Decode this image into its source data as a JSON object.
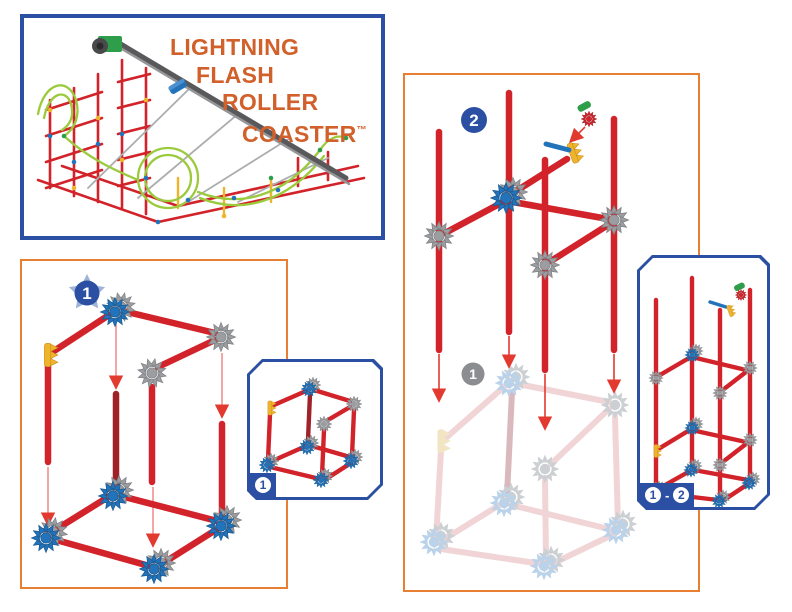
{
  "title_panel": {
    "line1": "LIGHTNING",
    "line2": "FLASH",
    "line3": "ROLLER",
    "line4": "COASTER",
    "trademark": "™"
  },
  "step1": {
    "badge": "1"
  },
  "step2": {
    "badge": "2",
    "prev_badge": "1"
  },
  "inset1": {
    "label": "1"
  },
  "inset2": {
    "from": "1",
    "sep": "-",
    "to": "2"
  },
  "colors": {
    "panel_orange": "#E87F33",
    "panel_blue": "#2B4FA2",
    "title_orange": "#D1602A",
    "rod_red": "#D2232A",
    "rod_dark": "#9E2227",
    "ghost_rod": "#F0D4D6",
    "ghost_rod_dark": "#D9B9BD",
    "conn_gray": "#9B9DA0",
    "conn_gray_dark": "#7E8083",
    "conn_blue": "#2273B9",
    "conn_blue_dark": "#1A5A94",
    "conn_yellow": "#EFB32C",
    "conn_yellow_dark": "#C68F1F",
    "ghost_gray": "#CDD0D3",
    "ghost_blue": "#BAD2EA",
    "ghost_yellow": "#F2E5C4",
    "arrow_red": "#E33A30",
    "arrow_pink": "#F2908E",
    "badge_blue": "#2B4FA2",
    "badge_star": "#9FB3D8",
    "badge_gray": "#8B8D90",
    "piece_green": "#2F9E4B",
    "track_green": "#9BCB3C",
    "lift_gray": "#59595B",
    "lift_gray_light": "#949698",
    "frame_gray": "#ABADB0"
  }
}
